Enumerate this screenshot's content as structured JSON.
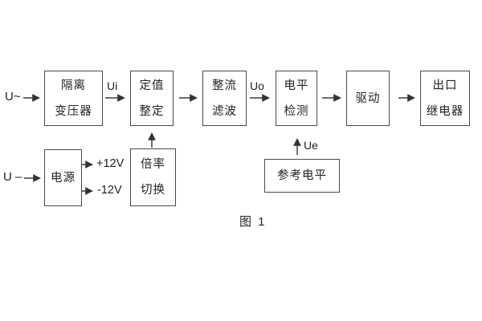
{
  "figure": {
    "caption": "图 1",
    "colors": {
      "line": "#3d3d3d",
      "box_border": "#4a4a4a",
      "text": "#222222",
      "background": "#ffffff"
    },
    "inputs": {
      "ac_label": "U~",
      "dc_label": "U –"
    },
    "signal_labels": {
      "ui": "Ui",
      "uo": "Uo",
      "ue": "Ue"
    },
    "power_rails": {
      "positive": "+12V",
      "negative": "-12V"
    },
    "blocks": {
      "isolation_transformer": {
        "line1": "隔离",
        "line2": "变压器"
      },
      "value_setting": {
        "line1": "定值",
        "line2": "整定"
      },
      "rectify_filter": {
        "line1": "整流",
        "line2": "滤波"
      },
      "level_detect": {
        "line1": "电平",
        "line2": "检测"
      },
      "drive": {
        "label": "驱动"
      },
      "output_relay": {
        "line1": "出口",
        "line2": "继电器"
      },
      "power_supply": {
        "label": "电源"
      },
      "ratio_switch": {
        "line1": "倍率",
        "line2": "切换"
      },
      "reference_level": {
        "label": "参考电平"
      }
    }
  }
}
